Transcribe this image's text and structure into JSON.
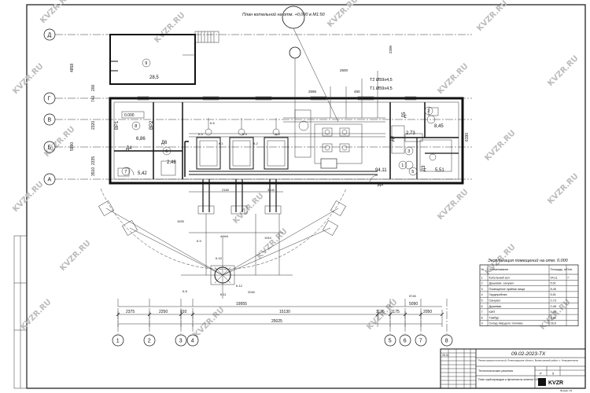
{
  "plan": {
    "title": "План котельной на отм. +0,000 в М1:50",
    "watermark": "KVZR.RU",
    "row_axes": [
      "Д",
      "Г",
      "В",
      "Б",
      "А"
    ],
    "column_axes": [
      "1",
      "2",
      "3",
      "4",
      "5",
      "6",
      "7",
      "8"
    ],
    "bottom_dimensions": [
      "2375",
      "2250",
      "910",
      "15130",
      "1135",
      "1175",
      "2050"
    ],
    "total_dimension": "25025",
    "sub_dimension_left": "19955",
    "sub_dimension_right": "5090",
    "left_dimensions": [
      "4858",
      "200",
      "740",
      "2320",
      "5990",
      "2335",
      "3510"
    ],
    "right_dimension": "6190",
    "pipe_labels": [
      "Т2 Ø59х4,5",
      "Т1 Ø59х4,5"
    ],
    "top_dims": [
      "2200",
      "2500",
      "2595",
      "450"
    ],
    "wall_labels": [
      "ВР1",
      "ВР2",
      "Д4",
      "Д6",
      "Д2",
      "Д1",
      "Д3",
      "Д5"
    ],
    "room_areas": [
      "28,5",
      "6,86",
      "2,48",
      "5,42",
      "94,11",
      "8,45",
      "2,73",
      "5,51"
    ],
    "room_numbers": [
      "9",
      "8",
      "6",
      "7",
      "1",
      "2",
      "3",
      "5"
    ],
    "marks": [
      "К.6",
      "К.5",
      "К.3",
      "К.4",
      "К.1",
      "К.2",
      "К.10",
      "К.12",
      "К.11",
      "К.8",
      "К.9"
    ],
    "elevation": "0.000",
    "misc_dims": [
      "2150",
      "3100",
      "4.944",
      "1910",
      "5740",
      "2040",
      "1530"
    ]
  },
  "explication": {
    "title": "Экспликация помещений на отм. 0.000",
    "headers": [
      "№",
      "Наименование",
      "Площадь, м²",
      "Кат."
    ],
    "rows": [
      [
        "1",
        "Котельный зал",
        "94,11",
        "Г"
      ],
      [
        "2",
        "Душевая, санузел",
        "5,51",
        ""
      ],
      [
        "3",
        "Помещение приёма пищи",
        "8,45",
        ""
      ],
      [
        "4",
        "Гардеробная",
        "5,51",
        ""
      ],
      [
        "5",
        "Санузел",
        "2,73",
        ""
      ],
      [
        "6",
        "Душевая",
        "2,48",
        ""
      ],
      [
        "7",
        "КИП",
        "5,42",
        ""
      ],
      [
        "8",
        "Тамбур",
        "6,86",
        ""
      ],
      [
        "9",
        "Склад твёрдого топлива",
        "28,5",
        ""
      ]
    ]
  },
  "stamp": {
    "doc_code": "09.02-2023-ТХ",
    "project": "Реконструкция котельной, Ленинградская область, Всеволожский район, п. Новодевяткино",
    "stage": "Технологические решения",
    "sheet_title": "План трубопроводов и фитингов на отметке 0,000",
    "stage_letter": "Р",
    "sheet_no": "5",
    "logo_text": "KVZR",
    "format": "Формат А3",
    "date": "25.01"
  }
}
